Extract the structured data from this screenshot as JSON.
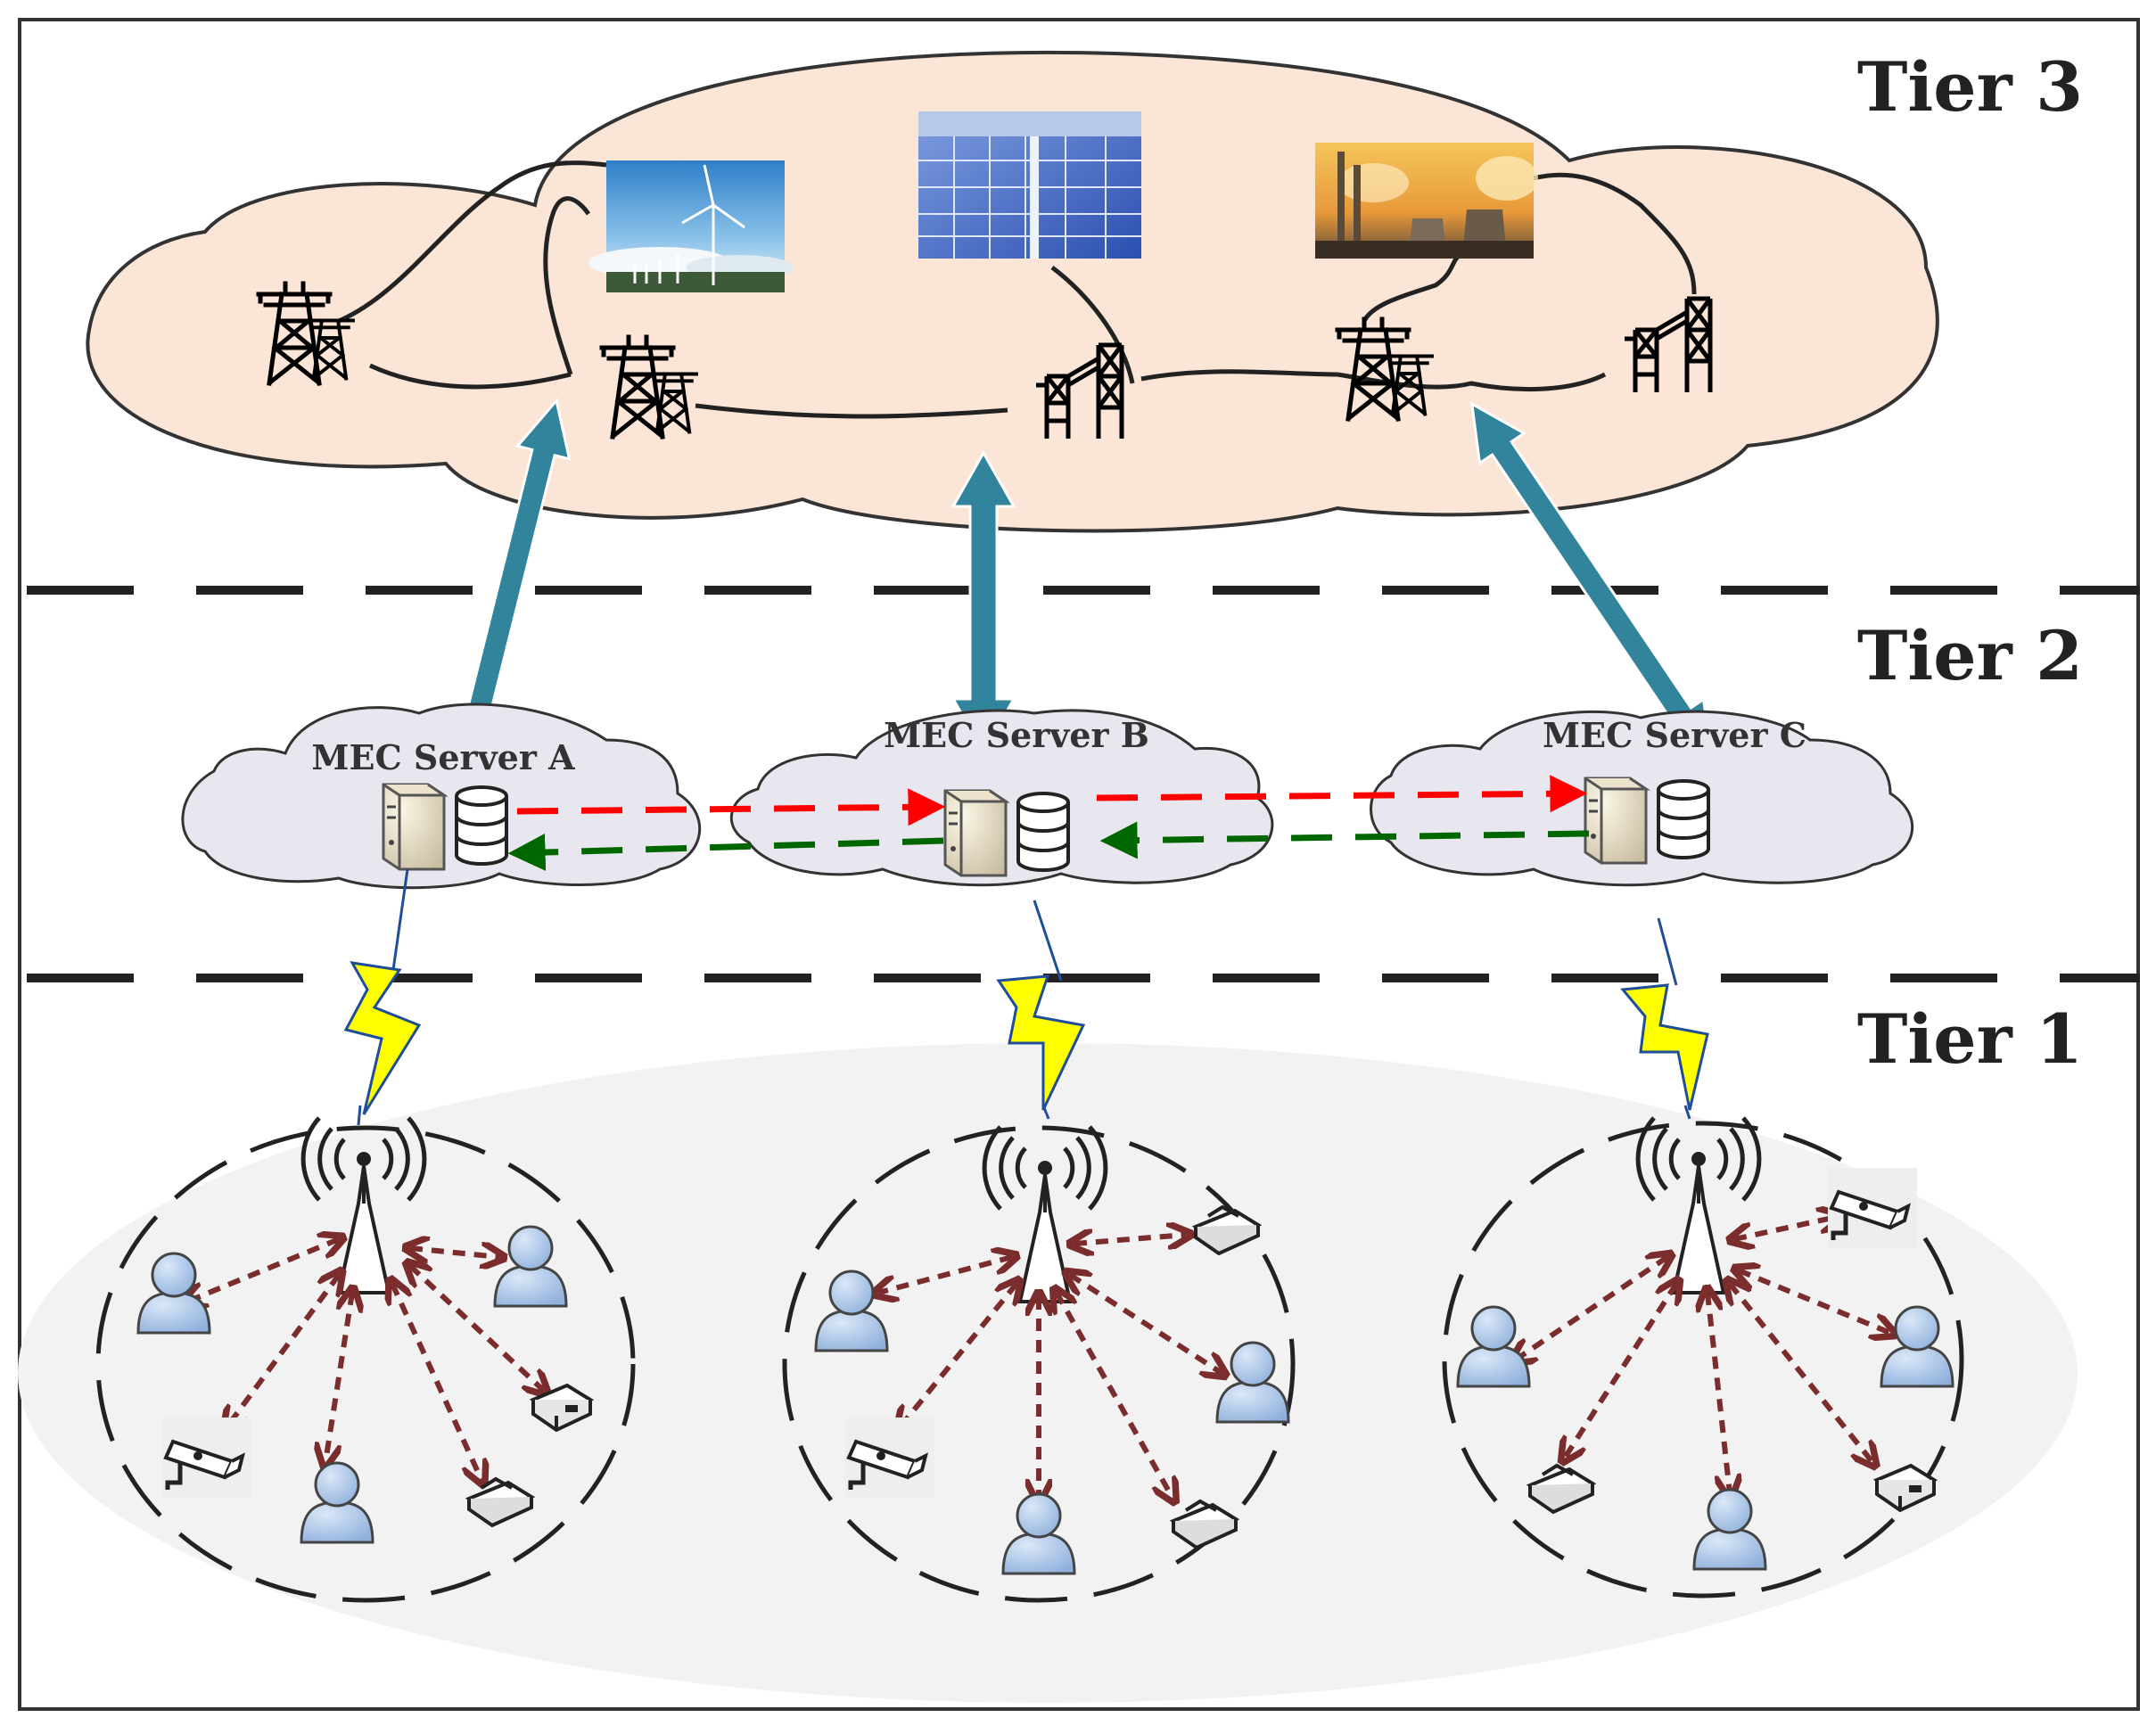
{
  "tiers": {
    "tier3": "Tier 3",
    "tier2": "Tier 2",
    "tier1": "Tier 1"
  },
  "servers": [
    {
      "label": "MEC Server A"
    },
    {
      "label": "MEC Server B"
    },
    {
      "label": "MEC Server C"
    }
  ],
  "tier3_cloud": {
    "generation_images": [
      "wind-turbines-photo",
      "solar-panel-photo",
      "power-plant-photo"
    ],
    "tower_icons": [
      "transmission-tower-icon",
      "transmission-tower-icon",
      "substation-tower-icon",
      "transmission-tower-icon",
      "substation-tower-icon"
    ]
  },
  "tier1_cells": [
    {
      "base_station": "base-station-icon",
      "devices": [
        "user-icon",
        "user-icon",
        "camera-icon",
        "user-icon",
        "printer-icon",
        "router-icon"
      ]
    },
    {
      "base_station": "base-station-icon",
      "devices": [
        "printer-icon",
        "user-icon",
        "user-icon",
        "camera-icon",
        "user-icon",
        "printer-icon"
      ]
    },
    {
      "base_station": "base-station-icon",
      "devices": [
        "camera-icon",
        "user-icon",
        "user-icon",
        "printer-icon",
        "user-icon",
        "router-icon"
      ]
    }
  ],
  "colors": {
    "cloud_fill": "#fbe5d6",
    "server_cloud_fill": "#e8e6ee",
    "tier1_fill": "#f2f2f2",
    "big_arrow": "#31849b",
    "red_dashed": "#ff0000",
    "green_dashed": "#006600",
    "device_link": "#7b2c2c",
    "lightning": "#ffff00",
    "user_icon": "#a9c4e8"
  }
}
